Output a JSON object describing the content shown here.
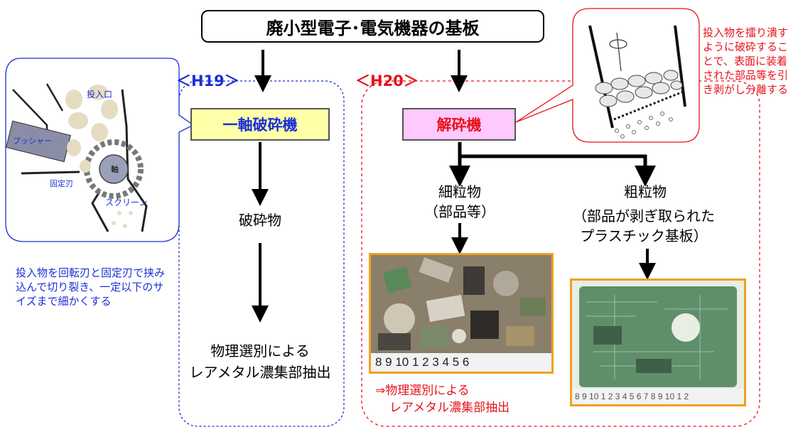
{
  "title": "廃小型電子･電気機器の基板",
  "h19": {
    "era_label": "＜H19＞",
    "machine": "一軸破砕機",
    "product": "破砕物",
    "final_line1": "物理選別による",
    "final_line2": "レアメタル濃集部抽出",
    "note": "投入物を回転刃と固定刃で挟み込んで切り裂き、一定以下のサイズまで細かくする",
    "illustration_labels": {
      "inlet": "投入口",
      "pusher": "プッシャー",
      "shaft": "軸",
      "fixed_blade": "固定刃",
      "screen": "スクリーン"
    }
  },
  "h20": {
    "era_label": "＜H20＞",
    "machine": "解砕機",
    "fine_line1": "細粒物",
    "fine_line2": "（部品等）",
    "coarse_line1": "粗粒物",
    "coarse_line2": "（部品が剥ぎ取られた",
    "coarse_line3": "プラスチック基板）",
    "fine_note_line1": "⇒物理選別による",
    "fine_note_line2": "レアメタル濃集部抽出",
    "note": "投入物を擂り潰すように破砕することで、表面に装着された部品等を引き剥がし分離する",
    "ruler_fine": "8 9 10 1 2 3 4 5 6",
    "ruler_board": "8 9 10 1 2 3 4 5 6 7 8 9 10 1 2"
  },
  "colors": {
    "blue": "#1a2fd6",
    "red": "#e8121a",
    "yellow_box": "#ffffa8",
    "pink_box": "#ffc8ff",
    "photo_frame": "#f0a020"
  }
}
